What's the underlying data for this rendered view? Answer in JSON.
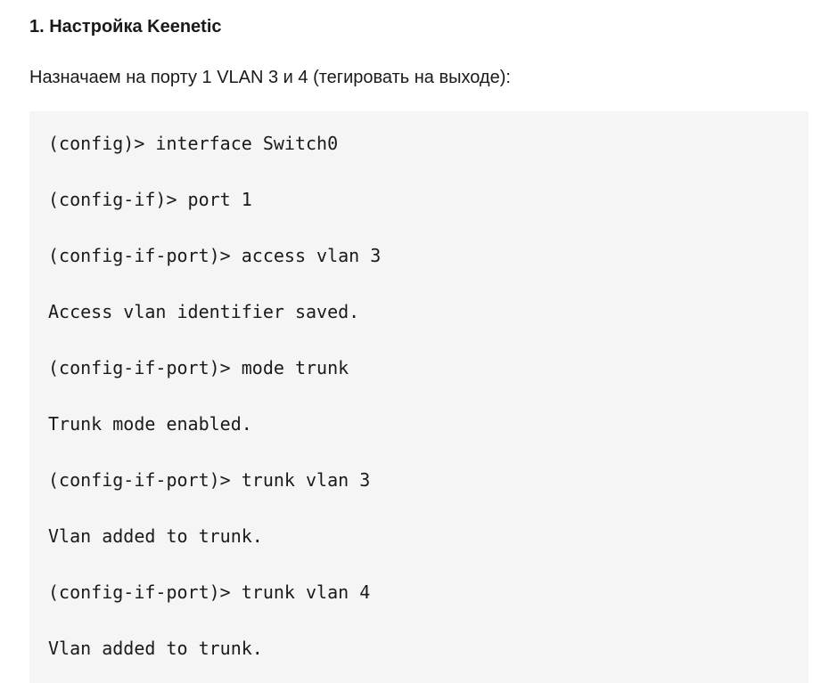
{
  "article": {
    "heading": "1. Настройка Keenetic",
    "intro": "Назначаем на порту 1 VLAN 3 и 4 (тегировать на выходе):",
    "code_lines": [
      "(config)> interface Switch0",
      "(config-if)> port 1",
      "(config-if-port)> access vlan 3",
      "Access vlan identifier saved.",
      "(config-if-port)> mode trunk",
      "Trunk mode enabled.",
      "(config-if-port)> trunk vlan 3",
      "Vlan added to trunk.",
      "(config-if-port)> trunk vlan 4",
      "Vlan added to trunk."
    ]
  },
  "colors": {
    "text": "#1a1a1a",
    "code_background": "#f5f5f5",
    "page_background": "#ffffff"
  }
}
